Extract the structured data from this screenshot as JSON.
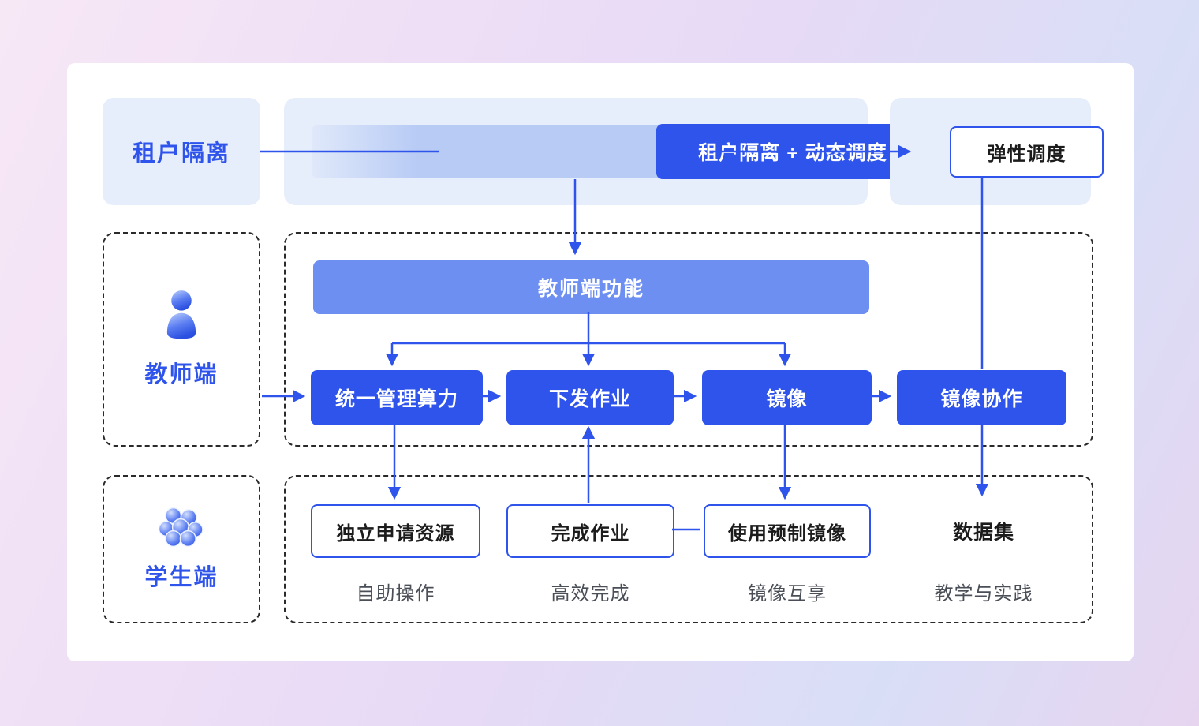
{
  "top_row": {
    "tenant_label": "租户隔离",
    "center_node": "租户隔离 + 动态调度",
    "elastic_node": "弹性调度"
  },
  "teacher_section": {
    "side_label": "教师端",
    "header": "教师端功能",
    "nodes": [
      "统一管理算力",
      "下发作业",
      "镜像",
      "镜像协作"
    ]
  },
  "student_section": {
    "side_label": "学生端",
    "nodes": [
      {
        "label": "独立申请资源",
        "caption": "自助操作",
        "outlined": true
      },
      {
        "label": "完成作业",
        "caption": "高效完成",
        "outlined": true
      },
      {
        "label": "使用预制镜像",
        "caption": "镜像互享",
        "outlined": true
      },
      {
        "label": "数据集",
        "caption": "教学与实践",
        "outlined": false
      }
    ]
  },
  "icons": {
    "teacher": "person-icon",
    "students": "people-group-icon"
  },
  "colors": {
    "primary": "#2f54eb",
    "panel": "#e7eefb",
    "header_bar": "#6e8ff2",
    "connector": "#2f54eb"
  },
  "connections": [
    {
      "from": "租户隔离",
      "to": "租户隔离 + 动态调度"
    },
    {
      "from": "租户隔离 + 动态调度",
      "to": "弹性调度"
    },
    {
      "from": "租户隔离 + 动态调度",
      "to": "教师端功能"
    },
    {
      "from": "教师端功能",
      "to": "统一管理算力"
    },
    {
      "from": "教师端功能",
      "to": "下发作业"
    },
    {
      "from": "教师端功能",
      "to": "镜像"
    },
    {
      "from": "教师端",
      "to": "统一管理算力"
    },
    {
      "from": "统一管理算力",
      "to": "下发作业"
    },
    {
      "from": "下发作业",
      "to": "镜像"
    },
    {
      "from": "镜像",
      "to": "镜像协作"
    },
    {
      "from": "弹性调度",
      "to": "镜像协作"
    },
    {
      "from": "统一管理算力",
      "to": "独立申请资源"
    },
    {
      "from": "完成作业",
      "to": "下发作业"
    },
    {
      "from": "镜像",
      "to": "使用预制镜像"
    },
    {
      "from": "完成作业",
      "to": "使用预制镜像"
    },
    {
      "from": "镜像协作",
      "to": "数据集"
    }
  ]
}
